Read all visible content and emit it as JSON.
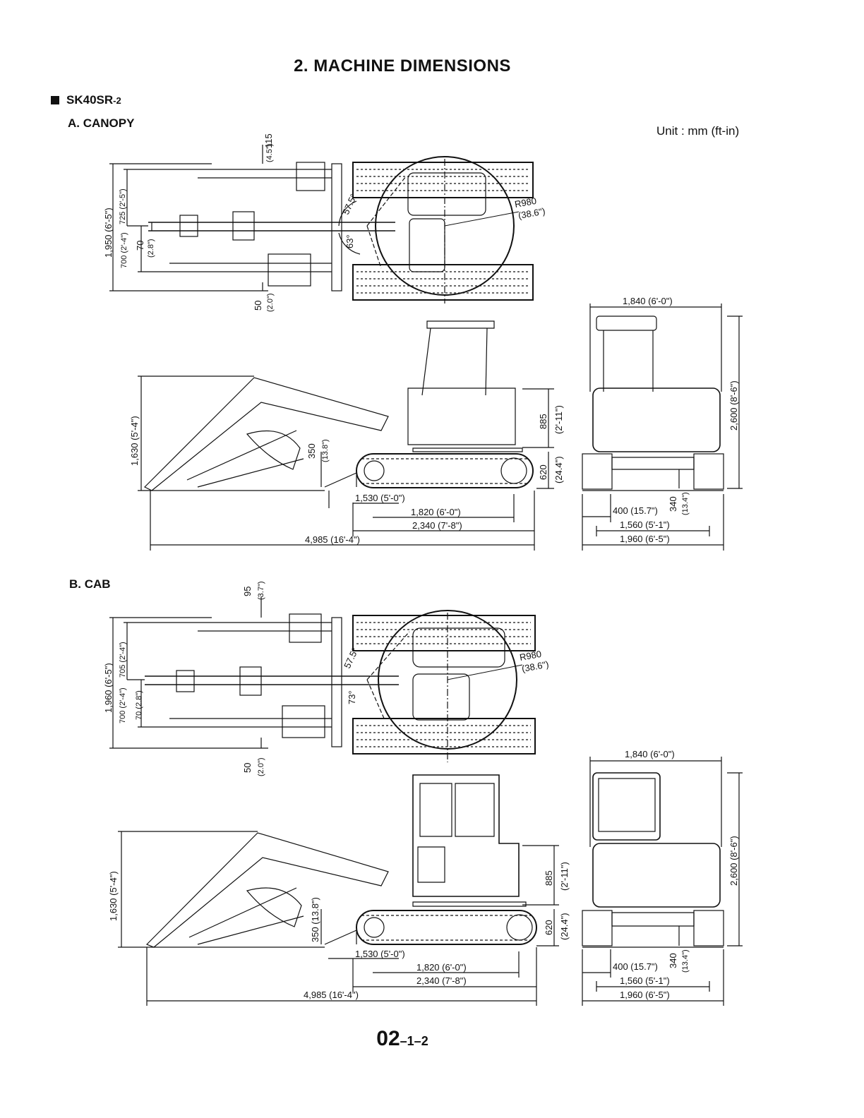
{
  "header": {
    "title": "2.  MACHINE DIMENSIONS",
    "model": "SK40SR",
    "model_suffix": "-2",
    "unit": "Unit : mm (ft-in)"
  },
  "sections": [
    {
      "label": "A. CANOPY",
      "top": {
        "offset": "115",
        "offset_imp": "(4.5\")",
        "width_total": "1,950 (6'-5\")",
        "upper": "725 (2'-5\")",
        "lower": "700 (2'-4\")",
        "center": "70",
        "center_imp": "(2.8\")",
        "bottom": "50",
        "bottom_imp": "(2.0\")",
        "angle_left": "57.5°",
        "angle_right": "63°",
        "radius": "R980",
        "radius_imp": "(38.6\")"
      },
      "side": {
        "height": "1,630 (5'-4\")",
        "blade": "350",
        "blade_imp": "(13.8\")",
        "rear": "885",
        "rear_imp": "(2'-11\")",
        "track_h": "620",
        "track_h_imp": "(24.4\")",
        "d1": "1,530 (5'-0\")",
        "d2": "1,820 (6'-0\")",
        "d3": "2,340 (7'-8\")",
        "d4": "4,985 (16'-4\")"
      },
      "rear": {
        "top_width": "1,840 (6'-0\")",
        "height": "2,600 (8'-6\")",
        "shoe": "400 (15.7\")",
        "clearance": "340",
        "clearance_imp": "(13.4\")",
        "gauge": "1,560 (5'-1\")",
        "width": "1,960 (6'-5\")"
      }
    },
    {
      "label": "B. CAB",
      "top": {
        "offset": "95",
        "offset_imp": "(3.7\")",
        "width_total": "1,960 (6'-5\")",
        "upper": "705 (2'-4\")",
        "lower": "700 (2'-4\")",
        "center": "70 (2.8\")",
        "center_imp": "",
        "bottom": "50",
        "bottom_imp": "(2.0\")",
        "angle_left": "57.5°",
        "angle_right": "73°",
        "radius": "R980",
        "radius_imp": "(38.6\")"
      },
      "side": {
        "height": "1,630 (5'-4\")",
        "blade": "350 (13.8\")",
        "blade_imp": "",
        "rear": "885",
        "rear_imp": "(2'-11\")",
        "track_h": "620",
        "track_h_imp": "(24.4\")",
        "d1": "1,530 (5'-0\")",
        "d2": "1,820 (6'-0\")",
        "d3": "2,340 (7'-8\")",
        "d4": "4,985 (16'-4\")"
      },
      "rear": {
        "top_width": "1,840 (6'-0\")",
        "height": "2,600 (8'-6\")",
        "shoe": "400 (15.7\")",
        "clearance": "340",
        "clearance_imp": "(13.4\")",
        "gauge": "1,560 (5'-1\")",
        "width": "1,960 (6'-5\")"
      }
    }
  ],
  "footer": {
    "page_main": "02",
    "page_sub": "–1–2"
  }
}
